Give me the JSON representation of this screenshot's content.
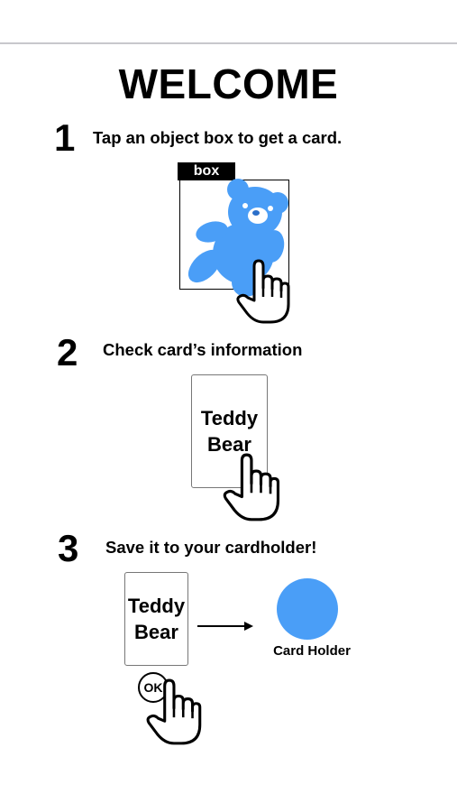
{
  "title": "WELCOME",
  "colors": {
    "accent": "#4a9ef7",
    "text": "#000000",
    "divider": "#c8c8cc"
  },
  "steps": [
    {
      "number": "1",
      "text": "Tap an object box to get a card."
    },
    {
      "number": "2",
      "text": "Check card’s information"
    },
    {
      "number": "3",
      "text": "Save it to your cardholder!"
    }
  ],
  "step1": {
    "box_label": "box",
    "object_icon": "teddy-bear-icon",
    "pointer_icon": "tap-hand-icon"
  },
  "step2": {
    "card_line1": "Teddy",
    "card_line2": "Bear",
    "pointer_icon": "tap-hand-icon"
  },
  "step3": {
    "card_line1": "Teddy",
    "card_line2": "Bear",
    "arrow_icon": "arrow-right-icon",
    "holder_label": "Card Holder",
    "ok_label": "OK",
    "pointer_icon": "tap-hand-icon"
  }
}
